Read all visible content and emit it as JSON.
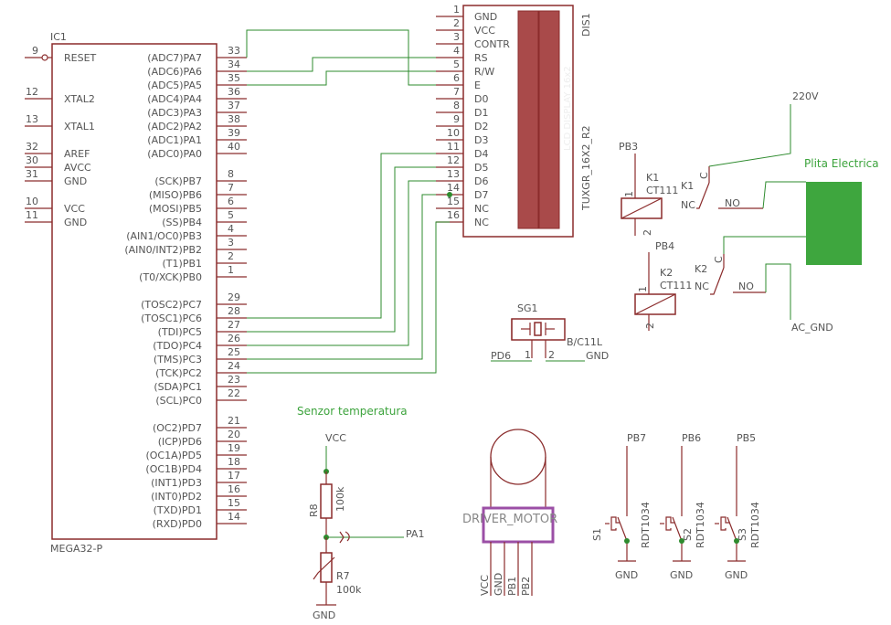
{
  "ic1": {
    "name": "IC1",
    "part": "MEGA32-P",
    "left_pins": [
      {
        "num": "9",
        "label": "RESET"
      },
      {
        "num": "12",
        "label": "XTAL2"
      },
      {
        "num": "13",
        "label": "XTAL1"
      },
      {
        "num": "32",
        "label": "AREF"
      },
      {
        "num": "30",
        "label": "AVCC"
      },
      {
        "num": "31",
        "label": "GND"
      },
      {
        "num": "10",
        "label": "VCC"
      },
      {
        "num": "11",
        "label": "GND"
      }
    ],
    "right_pins": [
      {
        "num": "33",
        "label": "(ADC7)PA7"
      },
      {
        "num": "34",
        "label": "(ADC6)PA6"
      },
      {
        "num": "35",
        "label": "(ADC5)PA5"
      },
      {
        "num": "36",
        "label": "(ADC4)PA4"
      },
      {
        "num": "37",
        "label": "(ADC3)PA3"
      },
      {
        "num": "38",
        "label": "(ADC2)PA2"
      },
      {
        "num": "39",
        "label": "(ADC1)PA1"
      },
      {
        "num": "40",
        "label": "(ADC0)PA0"
      },
      {
        "num": "8",
        "label": "(SCK)PB7"
      },
      {
        "num": "7",
        "label": "(MISO)PB6"
      },
      {
        "num": "6",
        "label": "(MOSI)PB5"
      },
      {
        "num": "5",
        "label": "(SS)PB4"
      },
      {
        "num": "4",
        "label": "(AIN1/OC0)PB3"
      },
      {
        "num": "3",
        "label": "(AIN0/INT2)PB2"
      },
      {
        "num": "2",
        "label": "(T1)PB1"
      },
      {
        "num": "1",
        "label": "(T0/XCK)PB0"
      },
      {
        "num": "29",
        "label": "(TOSC2)PC7"
      },
      {
        "num": "28",
        "label": "(TOSC1)PC6"
      },
      {
        "num": "27",
        "label": "(TDI)PC5"
      },
      {
        "num": "26",
        "label": "(TDO)PC4"
      },
      {
        "num": "25",
        "label": "(TMS)PC3"
      },
      {
        "num": "24",
        "label": "(TCK)PC2"
      },
      {
        "num": "23",
        "label": "(SDA)PC1"
      },
      {
        "num": "22",
        "label": "(SCL)PC0"
      },
      {
        "num": "21",
        "label": "(OC2)PD7"
      },
      {
        "num": "20",
        "label": "(ICP)PD6"
      },
      {
        "num": "19",
        "label": "(OC1A)PD5"
      },
      {
        "num": "18",
        "label": "(OC1B)PD4"
      },
      {
        "num": "17",
        "label": "(INT1)PD3"
      },
      {
        "num": "16",
        "label": "(INT0)PD2"
      },
      {
        "num": "15",
        "label": "(TXD)PD1"
      },
      {
        "num": "14",
        "label": "(RXD)PD0"
      }
    ]
  },
  "dis1": {
    "name": "DIS1",
    "part": "TUXGR_16X2_R2",
    "display_label": "LCD DISPLAY 16x2",
    "pins": [
      {
        "num": "1",
        "label": "GND"
      },
      {
        "num": "2",
        "label": "VCC"
      },
      {
        "num": "3",
        "label": "CONTR"
      },
      {
        "num": "4",
        "label": "RS"
      },
      {
        "num": "5",
        "label": "R/W"
      },
      {
        "num": "6",
        "label": "E"
      },
      {
        "num": "7",
        "label": "D0"
      },
      {
        "num": "8",
        "label": "D1"
      },
      {
        "num": "9",
        "label": "D2"
      },
      {
        "num": "10",
        "label": "D3"
      },
      {
        "num": "11",
        "label": "D4"
      },
      {
        "num": "12",
        "label": "D5"
      },
      {
        "num": "13",
        "label": "D6"
      },
      {
        "num": "14",
        "label": "D7"
      },
      {
        "num": "15",
        "label": "NC"
      },
      {
        "num": "16",
        "label": "NC"
      }
    ]
  },
  "relays": {
    "supply": "220V",
    "ac_gnd": "AC_GND",
    "load": "Plita Electrica",
    "k1": {
      "ref": "K1",
      "part": "CT111",
      "net": "PB3",
      "coil_pin1": "1",
      "coil_pin2": "2",
      "sw": "K1",
      "c": "C",
      "nc": "NC",
      "no": "NO"
    },
    "k2": {
      "ref": "K2",
      "part": "CT111",
      "net": "PB4",
      "coil_pin1": "1",
      "coil_pin2": "2",
      "sw": "K2",
      "c": "C",
      "nc": "NC",
      "no": "NO"
    }
  },
  "buzzer": {
    "ref": "SG1",
    "part": "B/C11L",
    "net1": "PD6",
    "net2": "GND",
    "pin1": "1",
    "pin2": "2"
  },
  "sensor": {
    "title": "Senzor temperatura",
    "vcc": "VCC",
    "gnd": "GND",
    "out": "PA1",
    "r8": {
      "ref": "R8",
      "value": "100k"
    },
    "r7": {
      "ref": "R7",
      "value": "100k"
    }
  },
  "motor": {
    "label": "DRIVER_MOTOR",
    "nets": [
      "VCC",
      "GND",
      "PB1",
      "PB2"
    ],
    "box_color": "#9b4fa6"
  },
  "switches": [
    {
      "ref": "S1",
      "part": "RDT1034",
      "net": "PB7",
      "gnd": "GND"
    },
    {
      "ref": "S2",
      "part": "RDT1034",
      "net": "PB6",
      "gnd": "GND"
    },
    {
      "ref": "S3",
      "part": "RDT1034",
      "net": "PB5",
      "gnd": "GND"
    }
  ],
  "colors": {
    "component": "#8b2c2c",
    "wire": "#2e8b2e",
    "lcd_fill": "#a94a4a",
    "load_fill": "#3ea63e",
    "label": "#555555"
  }
}
